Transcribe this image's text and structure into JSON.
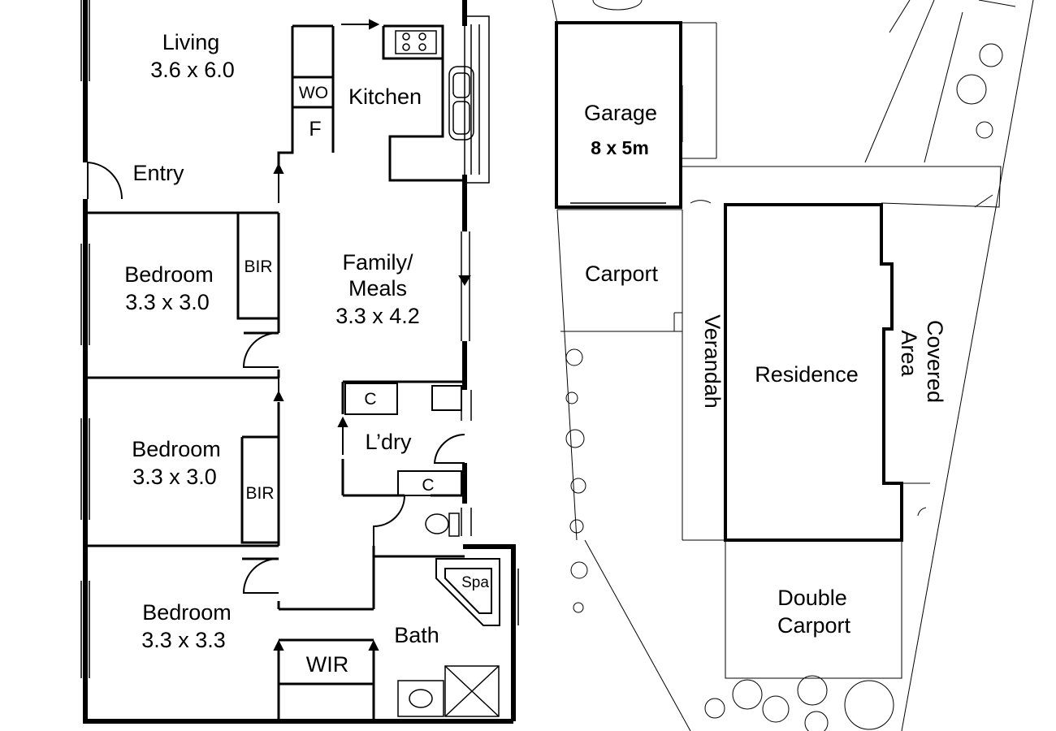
{
  "rooms": {
    "living": {
      "name": "Living",
      "size": "3.6 x 6.0"
    },
    "kitchen": {
      "name": "Kitchen"
    },
    "wall_oven": "WO",
    "fridge": "F",
    "entry": {
      "name": "Entry"
    },
    "bedroom1": {
      "name": "Bedroom",
      "size": "3.3 x 3.0",
      "robe": "BIR"
    },
    "bedroom2": {
      "name": "Bedroom",
      "size": "3.3 x 3.0",
      "robe": "BIR"
    },
    "bedroom3": {
      "name": "Bedroom",
      "size": "3.3 x 3.3"
    },
    "family": {
      "name_line1": "Family/",
      "name_line2": "Meals",
      "size": "3.3 x 4.2"
    },
    "laundry": {
      "name": "L’dry",
      "cupboard_top": "C",
      "cupboard_bottom": "C"
    },
    "bath": {
      "name": "Bath",
      "spa": "Spa"
    },
    "wir": {
      "name": "WIR"
    }
  },
  "site": {
    "garage": {
      "name": "Garage",
      "size": "8 x 5m"
    },
    "carport": {
      "name": "Carport"
    },
    "verandah": {
      "name": "Verandah"
    },
    "residence": {
      "name": "Residence"
    },
    "covered_area": {
      "line1": "Covered",
      "line2": "Area"
    },
    "double_carport": {
      "line1": "Double",
      "line2": "Carport"
    }
  }
}
